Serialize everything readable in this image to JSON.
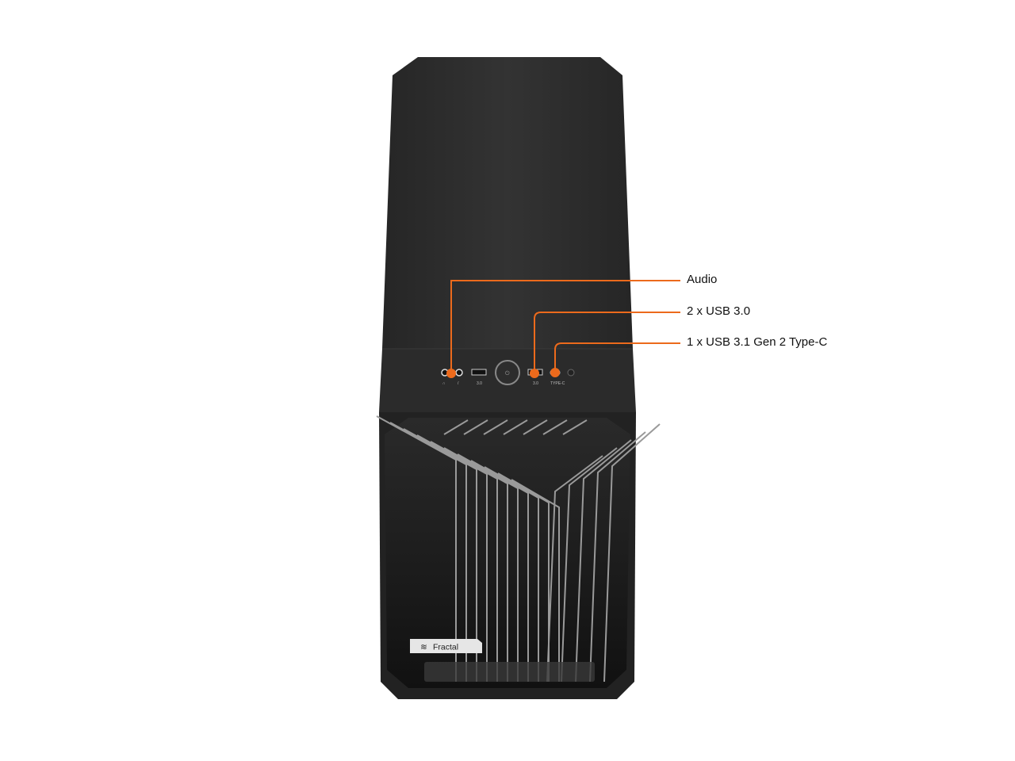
{
  "product": {
    "brand_logo_text": "Fractal",
    "port_labels": {
      "usb_a": "3.0",
      "usb_right": "3.0",
      "type_c": "TYPE-C"
    }
  },
  "callouts": [
    {
      "label": "Audio"
    },
    {
      "label": "2 x USB 3.0"
    },
    {
      "label": "1 x USB 3.1 Gen 2 Type-C"
    }
  ],
  "colors": {
    "accent": "#ec6a1c",
    "case": "#2e2e2e",
    "background": "#ffffff"
  }
}
